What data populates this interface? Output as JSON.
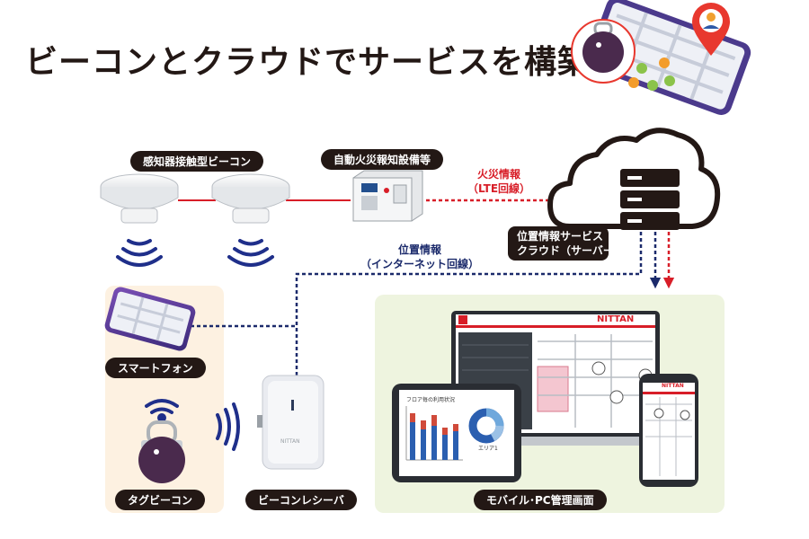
{
  "title": "ビーコンとクラウドでサービスを構築",
  "labels": {
    "smoke_detector": "感知器接触型ビーコン",
    "fire_alarm": "自動火災報知設備等",
    "fire_info": "火災情報",
    "lte": "（LTE回線）",
    "location_service_1": "位置情報サービス",
    "location_service_2": "クラウド（サーバー）",
    "location_info": "位置情報",
    "internet": "（インターネット回線）",
    "smartphone": "スマートフォン",
    "tag_beacon": "タグビーコン",
    "beacon_receiver": "ビーコンレシーバ",
    "mobile_pc": "モバイル･PC管理画面"
  },
  "screen": {
    "brand": "NITTAN",
    "tablet_chart_title": "フロア毎の利用状況",
    "tablet_area_label": "エリア1",
    "receiver_brand": "NITTAN"
  },
  "colors": {
    "red_line": "#d81e28",
    "navy_line": "#1b2a6b",
    "label_bg": "#231815",
    "panel_left": "#fdf1e1",
    "panel_right": "#eef4df"
  }
}
